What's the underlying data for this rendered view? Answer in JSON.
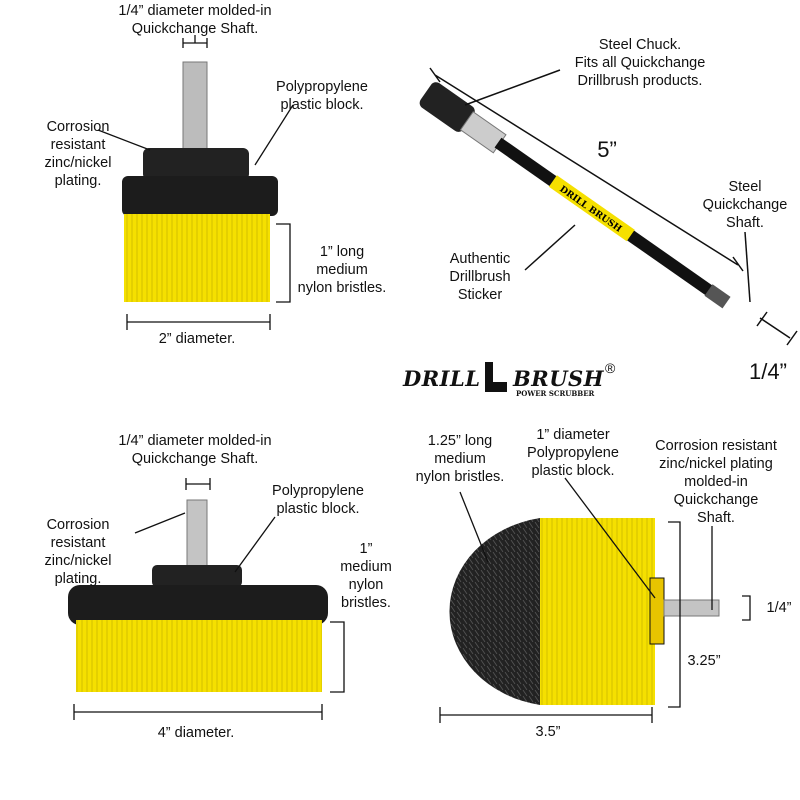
{
  "brand": {
    "logo_left": "DRILL",
    "logo_right": "BRUSH",
    "logo_tagline": "POWER SCRUBBER",
    "registered_mark": "®",
    "sticker_text": "DRILL BRUSH"
  },
  "colors": {
    "bristle_yellow": "#f5e000",
    "plastic_black": "#1c1c1c",
    "shaft_steel": "#b8b8b8"
  },
  "brush_2in": {
    "shaft_label": [
      "1/4” diameter molded-in",
      "Quickchange Shaft."
    ],
    "block_label": [
      "Polypropylene",
      "plastic block."
    ],
    "plating_label": [
      "Corrosion",
      "resistant",
      "zinc/nickel",
      "plating."
    ],
    "bristle_label": [
      "1” long",
      "medium",
      "nylon bristles."
    ],
    "diameter_label": "2” diameter."
  },
  "extension": {
    "chuck_label": [
      "Steel Chuck.",
      "Fits all Quickchange",
      "Drillbrush products."
    ],
    "length_label": "5”",
    "shaft_label": [
      "Steel",
      "Quickchange",
      "Shaft."
    ],
    "sticker_label": [
      "Authentic",
      "Drillbrush",
      "Sticker"
    ],
    "hex_label": "1/4”"
  },
  "brush_4in": {
    "shaft_label": [
      "1/4” diameter molded-in",
      "Quickchange Shaft."
    ],
    "block_label": [
      "Polypropylene",
      "plastic block."
    ],
    "plating_label": [
      "Corrosion",
      "resistant",
      "zinc/nickel",
      "plating."
    ],
    "bristle_label": [
      "1”",
      "medium",
      "nylon",
      "bristles."
    ],
    "diameter_label": "4” diameter."
  },
  "round_brush": {
    "bristle_label": [
      "1.25” long",
      "medium",
      "nylon bristles."
    ],
    "block_label": [
      "1” diameter",
      "Polypropylene",
      "plastic block."
    ],
    "plating_label": [
      "Corrosion resistant",
      "zinc/nickel plating",
      "molded-in",
      "Quickchange",
      "Shaft."
    ],
    "shaft_dim_label": "1/4”",
    "height_label": "3.25”",
    "width_label": "3.5”"
  }
}
